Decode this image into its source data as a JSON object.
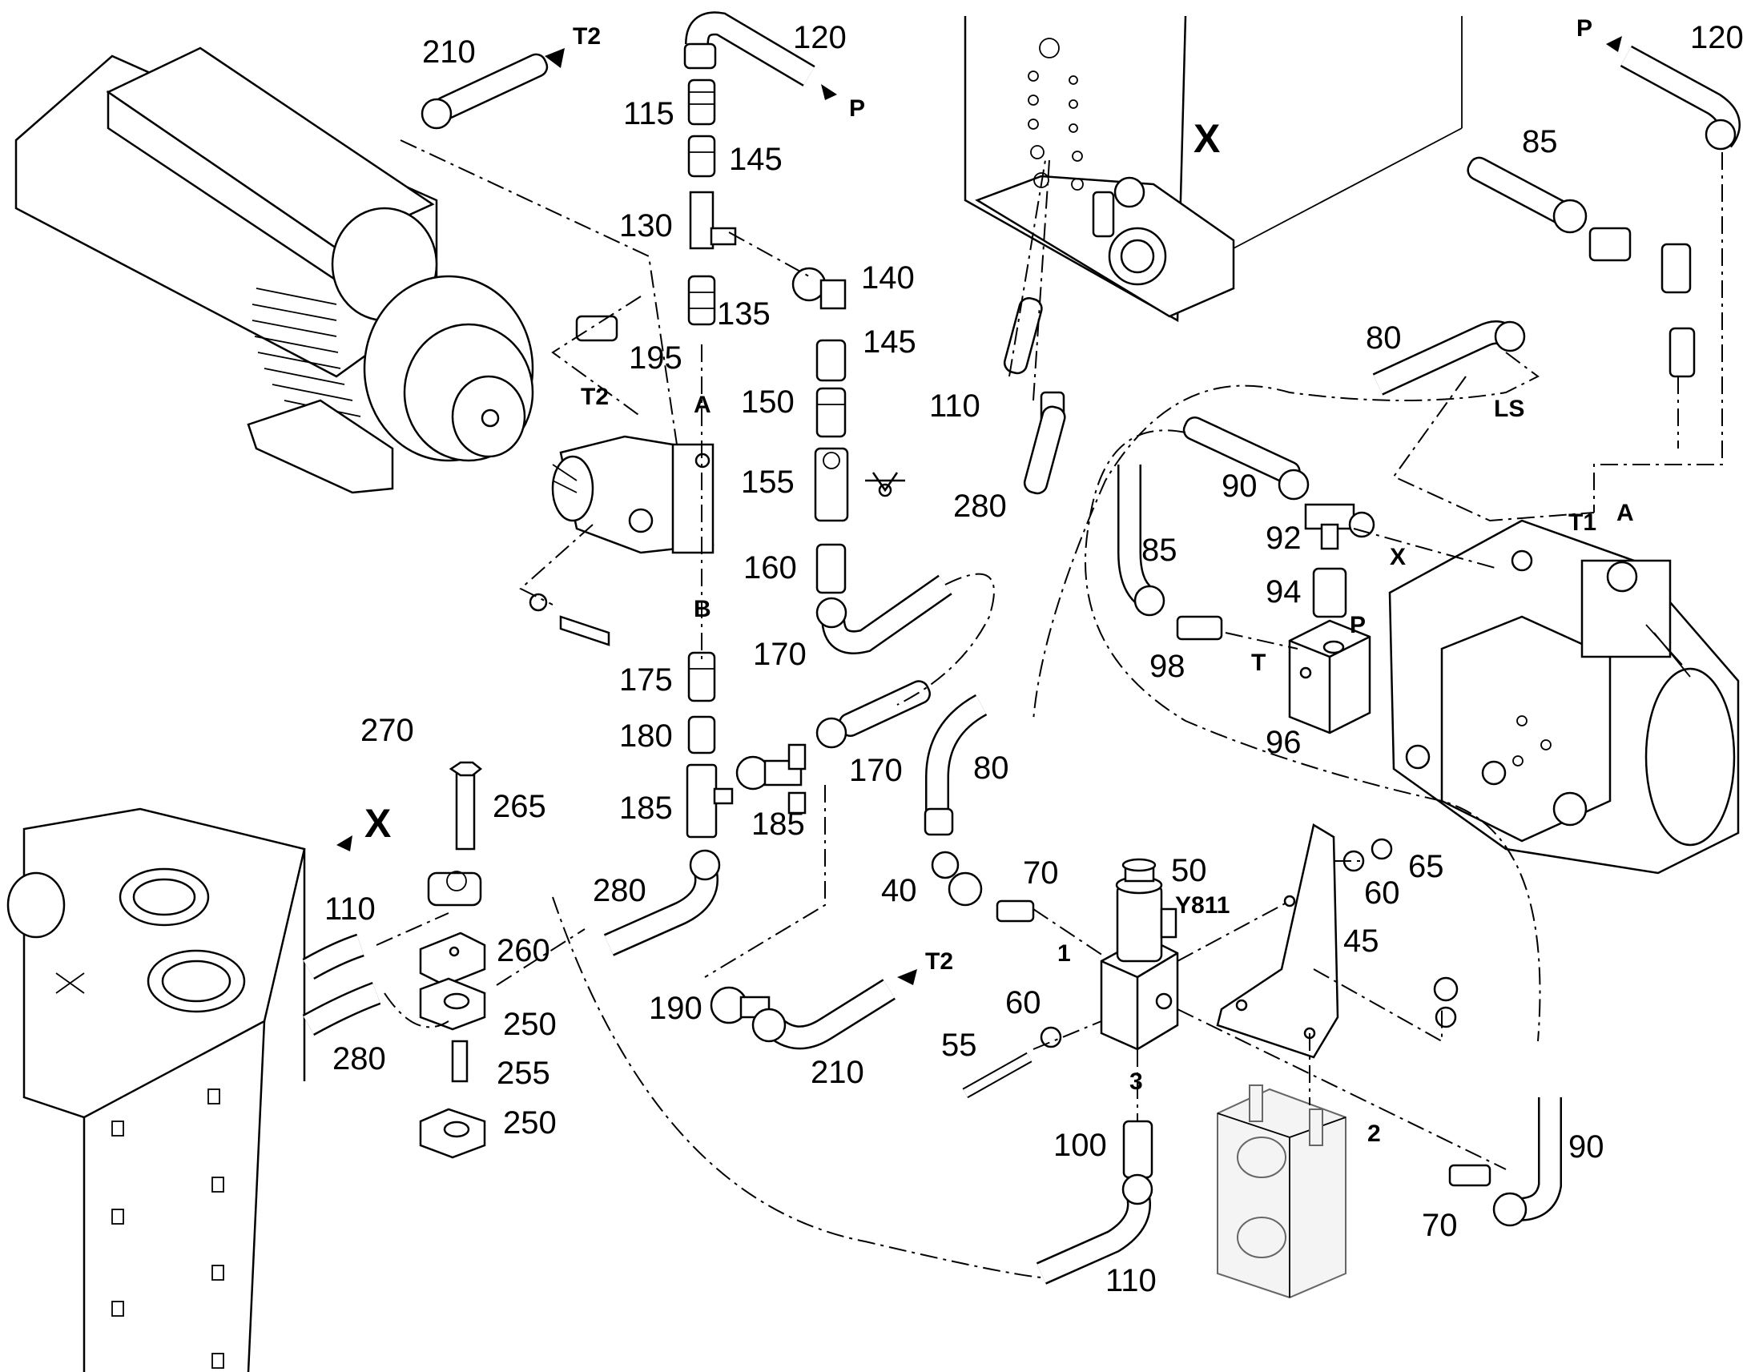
{
  "diagram": {
    "part_numbers": {
      "p210_top": "210",
      "p120_center": "120",
      "p115": "115",
      "p145_a": "145",
      "p130": "130",
      "p140": "140",
      "p135": "135",
      "p145_b": "145",
      "p195": "195",
      "p150": "150",
      "p155": "155",
      "p160": "160",
      "p170_a": "170",
      "p175": "175",
      "p180": "180",
      "p185_a": "185",
      "p185_b": "185",
      "p170_b": "170",
      "p280_a": "280",
      "p270": "270",
      "p265": "265",
      "p110_a": "110",
      "p260": "260",
      "p250_a": "250",
      "p280_b": "280",
      "p255": "255",
      "p250_b": "250",
      "p190": "190",
      "p210_bottom": "210",
      "p110_b": "110",
      "p280_c": "280",
      "p80_a": "80",
      "p40": "40",
      "p70_a": "70",
      "p50": "50",
      "p65": "65",
      "p60_a": "60",
      "p45": "45",
      "p60_b": "60",
      "p55": "55",
      "p100": "100",
      "p110_c": "110",
      "p120_right": "120",
      "p85_a": "85",
      "p80_b": "80",
      "p90_a": "90",
      "p85_b": "85",
      "p92": "92",
      "p94": "94",
      "p98": "98",
      "p96": "96",
      "p90_b": "90",
      "p70_b": "70"
    },
    "port_labels": {
      "t2_a": "T2",
      "p_a": "P",
      "t2_b": "T2",
      "a_a": "A",
      "b": "B",
      "x_a": "X",
      "x_b": "X",
      "t2_c": "T2",
      "y811": "Y811",
      "n1": "1",
      "n3": "3",
      "n2": "2",
      "p_b": "P",
      "ls": "LS",
      "t1": "T1",
      "a_b": "A",
      "x_c": "X",
      "p_c": "P",
      "t": "T"
    }
  }
}
